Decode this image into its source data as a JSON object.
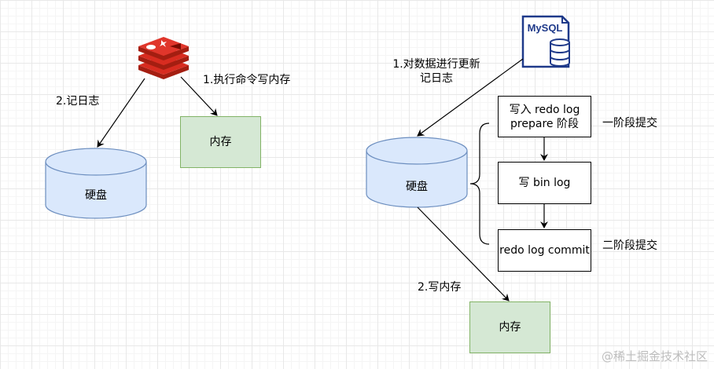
{
  "left": {
    "step1": "1.执行命令写内存",
    "step2": "2.记日志",
    "memory": "内存",
    "disk": "硬盘"
  },
  "right": {
    "mysql_logo": "MySQL",
    "step1_line1": "1.对数据进行更新",
    "step1_line2": "记日志",
    "disk": "硬盘",
    "step2": "2.写内存",
    "memory": "内存",
    "redo_prepare_line1": "写入 redo log",
    "redo_prepare_line2": "prepare 阶段",
    "bin_log": "写 bin log",
    "redo_commit": "redo log commit",
    "phase1": "一阶段提交",
    "phase2": "二阶段提交"
  },
  "watermark": "@稀土掘金技术社区",
  "colors": {
    "cylinder_fill": "#dae8fc",
    "cylinder_stroke": "#6c8ebf",
    "green_fill": "#d5e8d4",
    "green_stroke": "#82b366",
    "redis_red": "#d82c20",
    "mysql_blue": "#1f3a8a"
  },
  "icons": [
    "redis-logo-icon",
    "mysql-logo-icon"
  ]
}
